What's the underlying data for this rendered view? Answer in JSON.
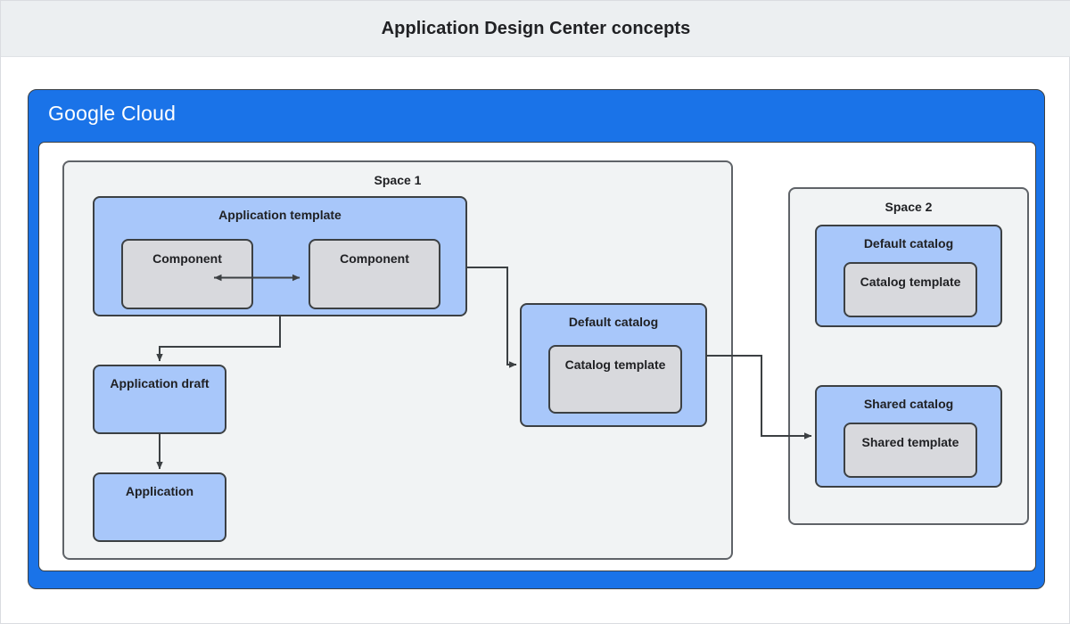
{
  "header": {
    "title": "Application Design Center concepts"
  },
  "cloud": {
    "logo_bold": "Google",
    "logo_light": "Cloud",
    "logo_name": "google-cloud-logo"
  },
  "colors": {
    "header_bg": "#eceff1",
    "brand_blue": "#1a73e8",
    "box_blue": "#a8c7fa",
    "box_gray": "#d8d9dd",
    "space_gray": "#f1f3f4",
    "stroke": "#3c4043",
    "space_stroke": "#5f6368",
    "text": "#202124"
  },
  "spaces": [
    {
      "id": "space-1",
      "label": "Space 1",
      "nodes": {
        "application_template": {
          "label": "Application template",
          "components": [
            {
              "label": "Component"
            },
            {
              "label": "Component"
            }
          ]
        },
        "application_draft": {
          "label": "Application draft"
        },
        "application": {
          "label": "Application"
        },
        "default_catalog": {
          "label": "Default catalog",
          "template": {
            "label": "Catalog template"
          }
        }
      }
    },
    {
      "id": "space-2",
      "label": "Space 2",
      "nodes": {
        "default_catalog": {
          "label": "Default catalog",
          "template": {
            "label": "Catalog template"
          }
        },
        "shared_catalog": {
          "label": "Shared catalog",
          "template": {
            "label": "Shared template"
          }
        }
      }
    }
  ],
  "connectors": [
    {
      "name": "component-to-component",
      "type": "double-arrow",
      "from": "Component",
      "to": "Component"
    },
    {
      "name": "application-template-to-application-draft",
      "type": "arrow",
      "from": "Application template",
      "to": "Application draft"
    },
    {
      "name": "application-draft-to-application",
      "type": "arrow",
      "from": "Application draft",
      "to": "Application"
    },
    {
      "name": "application-template-to-default-catalog",
      "type": "arrow",
      "from": "Application template",
      "to": "Catalog template"
    },
    {
      "name": "default-catalog-to-shared-catalog",
      "type": "arrow",
      "from": "Catalog template",
      "to": "Shared template"
    }
  ]
}
